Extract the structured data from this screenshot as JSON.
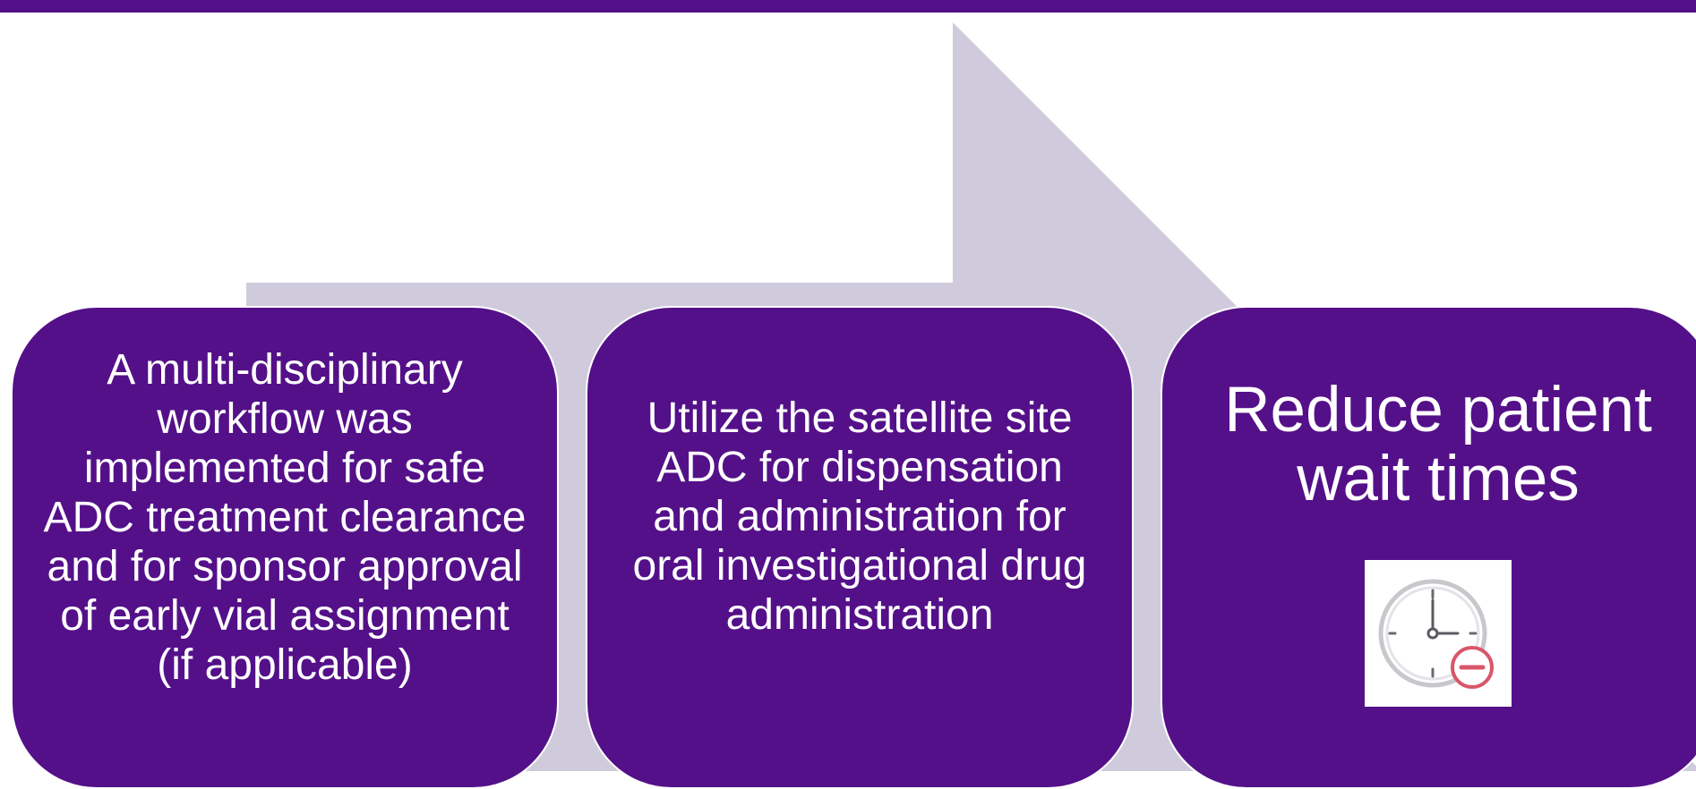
{
  "colors": {
    "purple": "#541089",
    "arrow": "#cfcbdc",
    "text": "#ffffff"
  },
  "steps": [
    {
      "text": "A multi-disciplinary workflow was implemented for safe ADC treatment clearance and for sponsor approval of early vial assignment (if applicable)"
    },
    {
      "text": "Utilize the satellite site ADC for dispensation and administration for oral investigational drug administration"
    },
    {
      "text": "Reduce patient wait times",
      "icon": "clock-minus-icon"
    }
  ]
}
